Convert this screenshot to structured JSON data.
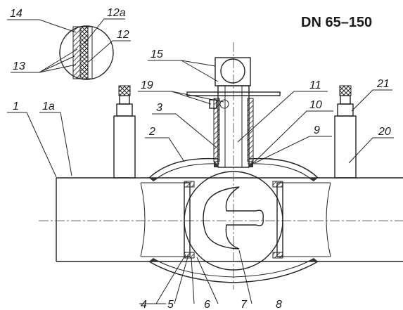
{
  "title": "DN 65–150",
  "labels": {
    "l1": "1",
    "l1a": "1a",
    "l2": "2",
    "l3": "3",
    "l4": "4",
    "l5": "5",
    "l6": "6",
    "l7": "7",
    "l8": "8",
    "l9": "9",
    "l10": "10",
    "l11": "11",
    "l12": "12",
    "l12a": "12a",
    "l13": "13",
    "l14": "14",
    "l15": "15",
    "l19": "19",
    "l20": "20",
    "l21": "21"
  }
}
